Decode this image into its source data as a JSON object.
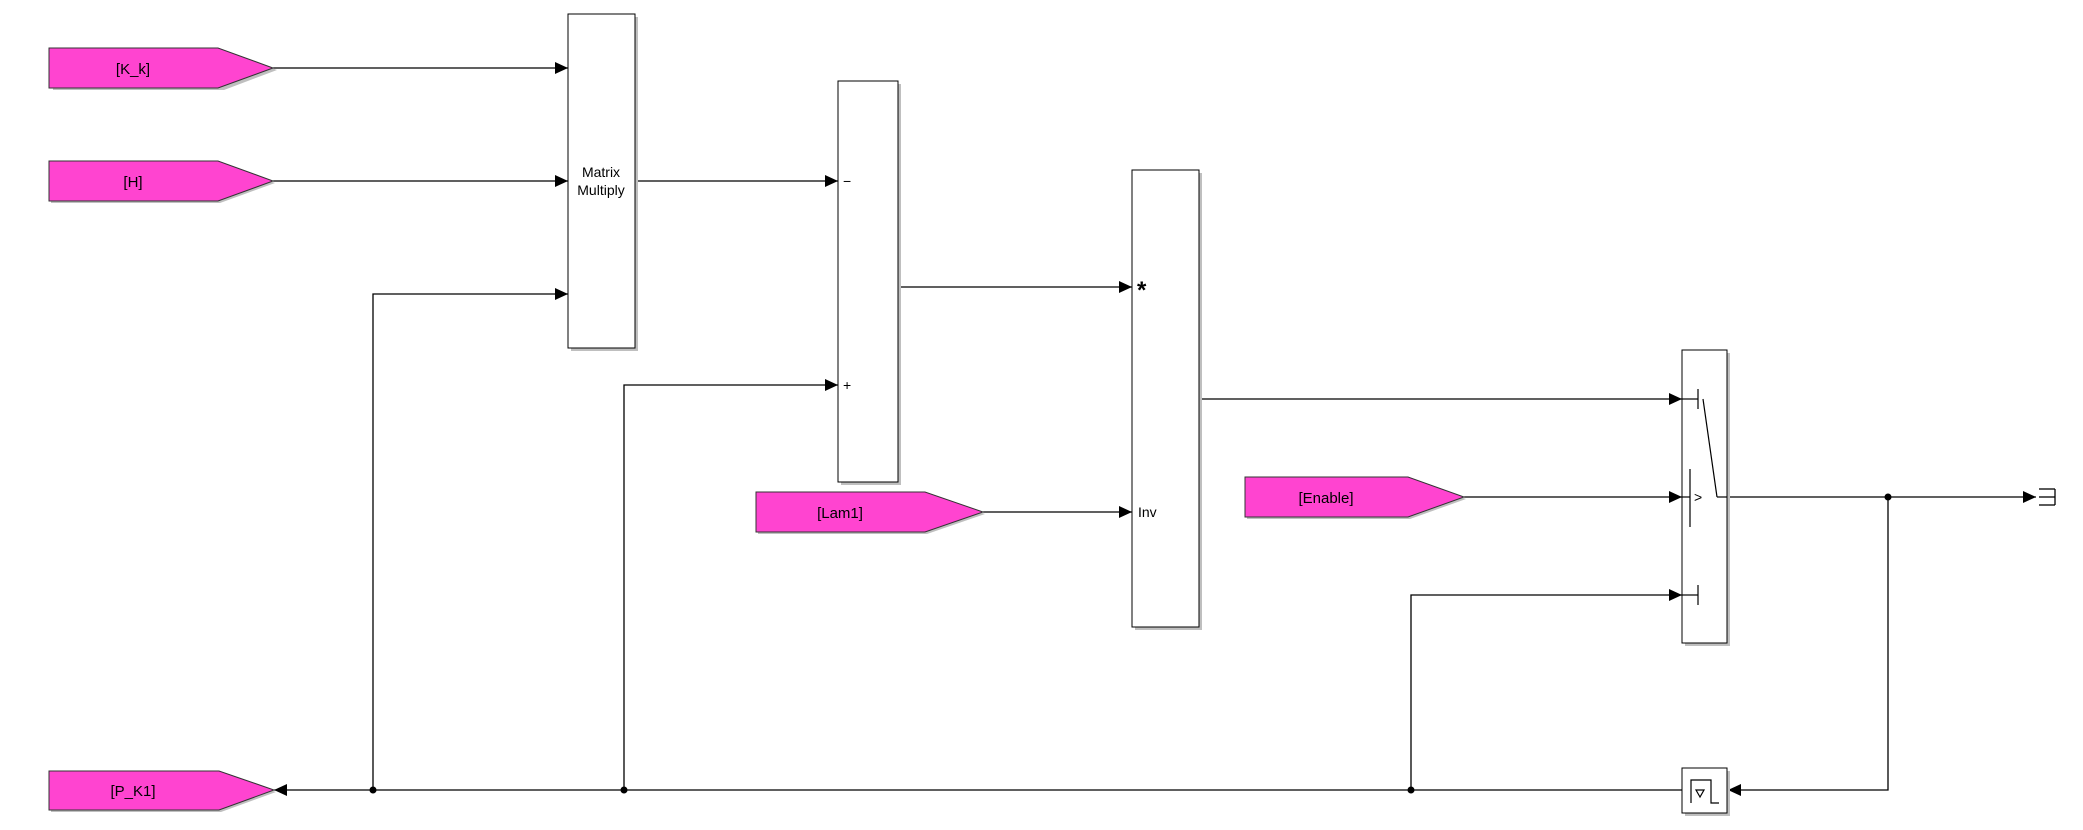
{
  "diagram": {
    "tags": {
      "k_k": "[K_k]",
      "h": "[H]",
      "lam1": "[Lam1]",
      "enable": "[Enable]",
      "p_k1": "[P_K1]"
    },
    "blocks": {
      "matrix_multiply": {
        "line1": "Matrix",
        "line2": "Multiply"
      },
      "sum": {
        "minus": "−",
        "plus": "+"
      },
      "product": {
        "mult": "*",
        "inv": "Inv"
      },
      "switch": {
        "control": ">"
      }
    },
    "colors": {
      "tag_fill": "#ff44d0",
      "line": "#000000",
      "block_fill": "#ffffff",
      "shadow": "#bfbfbf"
    },
    "icons": [
      "goto-tag-icon",
      "from-tag-icon",
      "switch-icon",
      "unit-delay-icon",
      "terminator-icon"
    ]
  }
}
